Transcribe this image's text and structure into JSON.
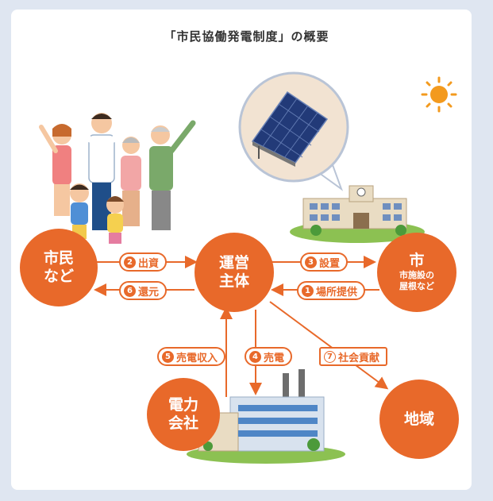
{
  "title": "「市民協働発電制度」の概要",
  "nodes": {
    "citizens": {
      "line1": "市民",
      "line2": "など"
    },
    "operator": {
      "line1": "運営",
      "line2": "主体"
    },
    "city": {
      "line1": "市",
      "sub1": "市施設の",
      "sub2": "屋根など"
    },
    "power_company": {
      "line1": "電力",
      "line2": "会社"
    },
    "region": {
      "label": "地域"
    }
  },
  "flows": {
    "f2": {
      "num": "2",
      "label": "出資"
    },
    "f6": {
      "num": "6",
      "label": "還元"
    },
    "f3": {
      "num": "3",
      "label": "設置"
    },
    "f1": {
      "num": "1",
      "label": "場所提供"
    },
    "f5": {
      "num": "5",
      "label": "売電収入"
    },
    "f4": {
      "num": "4",
      "label": "売電"
    },
    "f7": {
      "num": "7",
      "label": "社会貢献"
    }
  },
  "colors": {
    "accent": "#e8692a",
    "panel": "#223a78",
    "frame": "#dfe6f1"
  },
  "icons": [
    "sun-icon",
    "solar-panel-icon",
    "city-hall-icon",
    "family-icon",
    "factory-icon"
  ]
}
